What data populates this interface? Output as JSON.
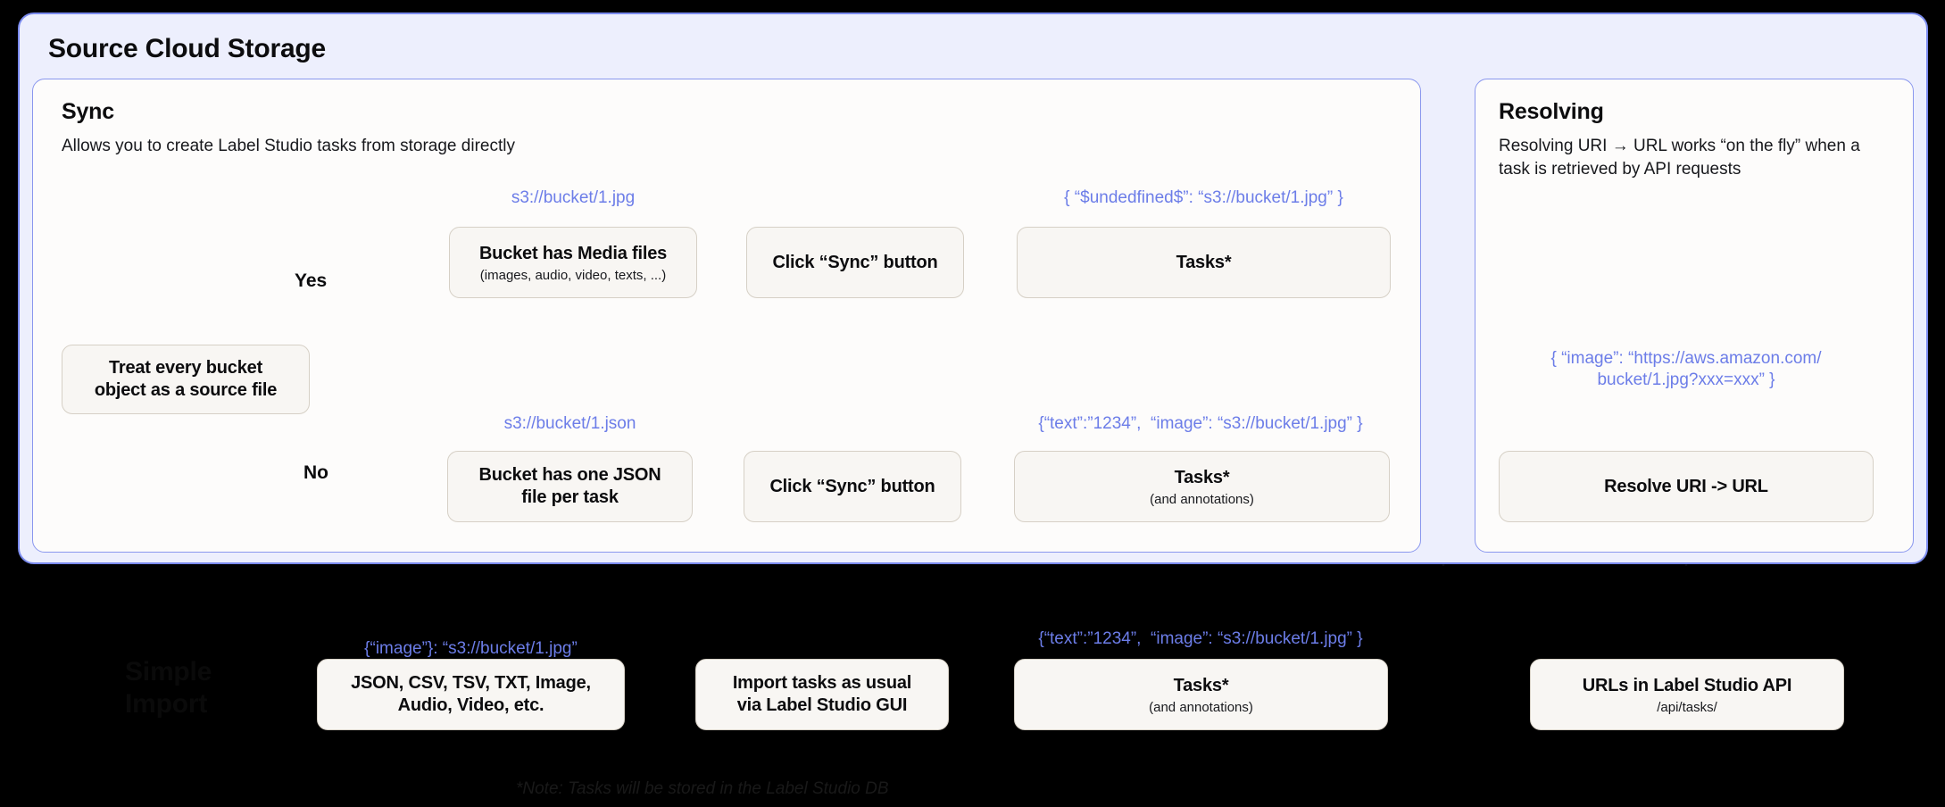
{
  "diagram": {
    "title": "Source Cloud Storage",
    "accent_blue": "#6C7DE8",
    "panel_border_blue": "#7B8BEE",
    "panel_bg_lavender": "#EDEFFD",
    "node_bg": "#F8F6F3",
    "node_border": "#D6D0C6",
    "background": "#000000"
  },
  "sync_panel": {
    "title": "Sync",
    "subtitle": "Allows you to create Label Studio tasks from storage directly",
    "decision_node": "Treat every bucket\nobject as a source file",
    "branch_yes": "Yes",
    "branch_no": "No",
    "yes_path": {
      "uri_label": "s3://bucket/1.jpg",
      "node_1_main": "Bucket has Media files",
      "node_1_sub": "(images, audio, video, texts, ...)",
      "node_2_main": "Click “Sync” button",
      "json_label": "{ “$undedfined$”: “s3://bucket/1.jpg” }",
      "node_3_main": "Tasks*"
    },
    "no_path": {
      "uri_label": "s3://bucket/1.json",
      "node_1_main": "Bucket has one JSON\nfile per task",
      "node_2_main": "Click “Sync” button",
      "json_label": "{“text”:”1234”,  “image”: “s3://bucket/1.jpg” }",
      "node_3_main": "Tasks*",
      "node_3_sub": "(and annotations)"
    }
  },
  "resolving_panel": {
    "title": "Resolving",
    "subtitle": "Resolving URI → URL works “on the fly” when a task is retrieved by API requests",
    "json_label": "{ “image”: “https://aws.amazon.com/\nbucket/1.jpg?xxx=xxx” }",
    "node_main": "Resolve URI -> URL"
  },
  "simple_import": {
    "heading": "Simple\nImport",
    "json_label_left": "{“image”}: “s3://bucket/1.jpg”",
    "node_formats_main": "JSON, CSV, TSV, TXT, Image,\nAudio, Video, etc.",
    "node_import_main": "Import tasks as usual\nvia Label Studio GUI",
    "json_label_tasks": "{“text”:”1234”,  “image”: “s3://bucket/1.jpg” }",
    "node_tasks_main": "Tasks*",
    "node_tasks_sub": "(and annotations)",
    "node_urls_main": "URLs in Label Studio API",
    "node_urls_sub": "/api/tasks/"
  },
  "footnote": "*Note: Tasks will be stored in the Label Studio DB"
}
